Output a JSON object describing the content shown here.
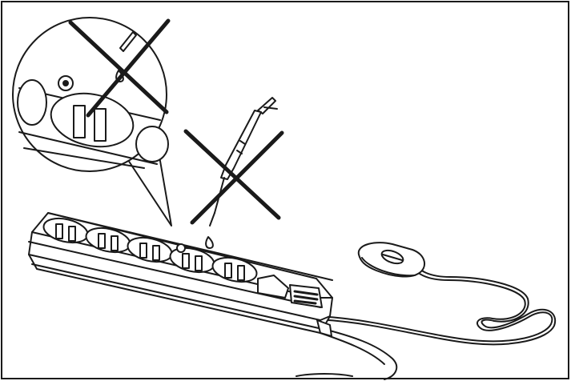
{
  "figure": {
    "subject": "power-strip-with-six-sockets-and-remote-switch",
    "warnings": [
      {
        "icon": "cross-out-icon",
        "depicts": "liquid-dropping-into-socket-forbidden"
      },
      {
        "icon": "cross-out-icon",
        "depicts": "syringe-injecting-liquid-forbidden"
      }
    ],
    "colors": {
      "line": "#1a1a1a",
      "fill": "#ffffff",
      "shade": "#d9d9d9",
      "frame": "#1a1a1a"
    }
  }
}
